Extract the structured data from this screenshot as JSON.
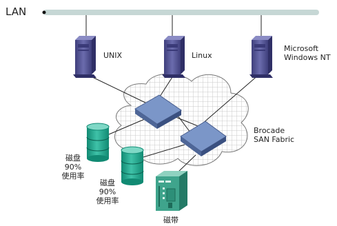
{
  "lan": {
    "label": "LAN"
  },
  "servers": [
    {
      "label": "UNIX"
    },
    {
      "label": "Linux"
    },
    {
      "label_line1": "Microsoft",
      "label_line2": "Windows NT"
    }
  ],
  "fabric": {
    "label_line1": "Brocade",
    "label_line2": "SAN Fabric"
  },
  "storage": [
    {
      "line1": "磁盘",
      "line2": "90%",
      "line3": "使用率"
    },
    {
      "line1": "磁盘",
      "line2": "90%",
      "line3": "使用率"
    }
  ],
  "tape": {
    "label": "磁带"
  },
  "colors": {
    "lan_bar": "#c6d7d5",
    "server": "#5d5e9c",
    "switch": "#7b96c8",
    "disk": "#2aa890",
    "tape": "#3fa48c",
    "cloud_grid": "#c8c8c8"
  }
}
